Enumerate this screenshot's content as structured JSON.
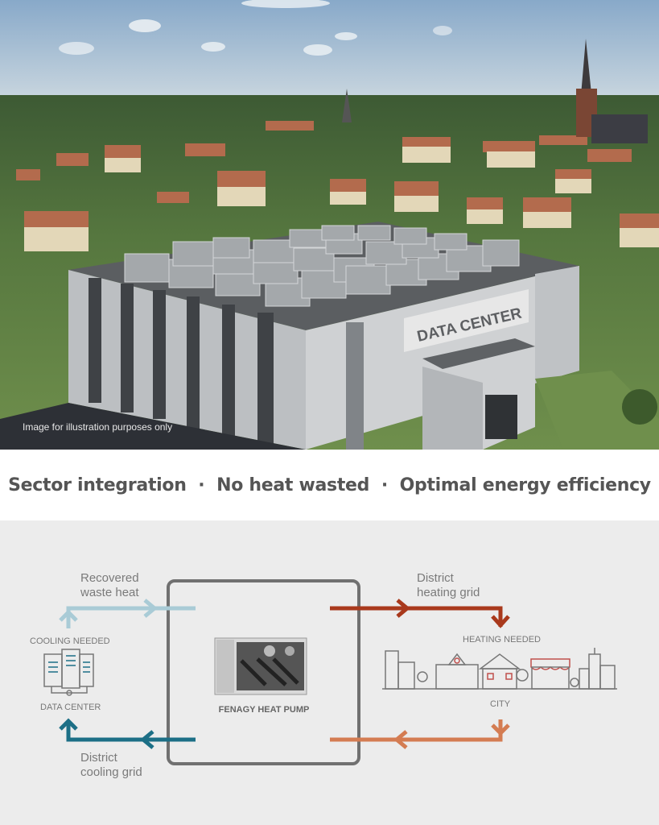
{
  "photo": {
    "caption": "Image for illustration purposes only",
    "building_sign": "DATA CENTER",
    "colors": {
      "sky": "#9fbcd6",
      "grass": "#5f7f45",
      "roof_tiles": "#b5674a",
      "building": "#c8c8c8",
      "building_dark": "#4a4d50"
    }
  },
  "tagline": {
    "items": [
      "Sector integration",
      "No heat wasted",
      "Optimal energy efficiency"
    ],
    "separator": "·",
    "text": "Sector integration  ·  No heat wasted  ·  Optimal energy efficiency"
  },
  "diagram": {
    "left": {
      "top_flow_label_1": "Recovered",
      "top_flow_label_2": "waste heat",
      "status": "COOLING NEEDED",
      "node": "DATA CENTER",
      "bottom_flow_label_1": "District",
      "bottom_flow_label_2": "cooling grid",
      "icon": "server-rack-icon"
    },
    "center": {
      "label": "FENAGY HEAT PUMP",
      "icon": "heat-pump-image"
    },
    "right": {
      "top_flow_label_1": "District",
      "top_flow_label_2": "heating grid",
      "status": "HEATING NEEDED",
      "node": "CITY",
      "icon": "city-skyline-icon"
    },
    "colors": {
      "cool_light": "#a9cbd6",
      "cool_dark": "#1c6f86",
      "heat_dark": "#a9391c",
      "heat_light": "#d47c52",
      "box": "#707070",
      "text": "#777777"
    }
  }
}
